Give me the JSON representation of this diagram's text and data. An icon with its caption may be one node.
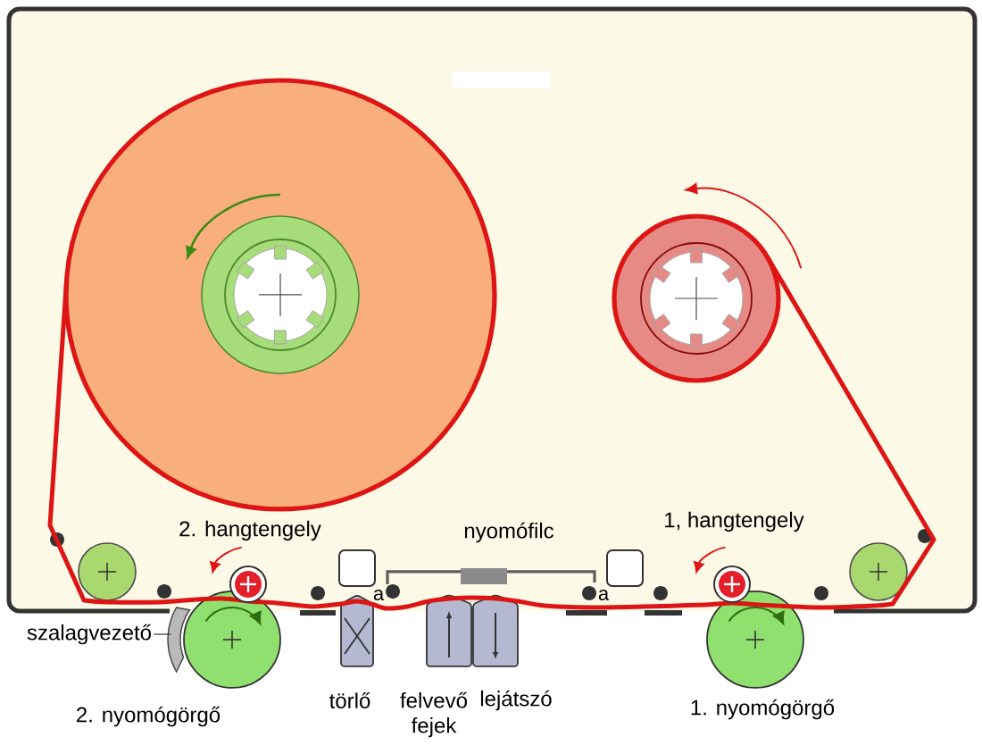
{
  "diagram": {
    "nodes": [
      {
        "text": [
          "szalagvezető"
        ]
      },
      {
        "text": [],
        "shape": "crescent"
      }
    ],
    "edges": [
      {
        "from": 0,
        "to": 1,
        "arrow": "none"
      }
    ],
    "labels": [
      "2. hangtengely",
      "nyomófilc",
      "1, hangtengely",
      "a",
      "a",
      "törlő",
      "felvevő fejek",
      "lejátszó",
      "2. nyomógörgő",
      "1. nyomógörgő"
    ]
  }
}
